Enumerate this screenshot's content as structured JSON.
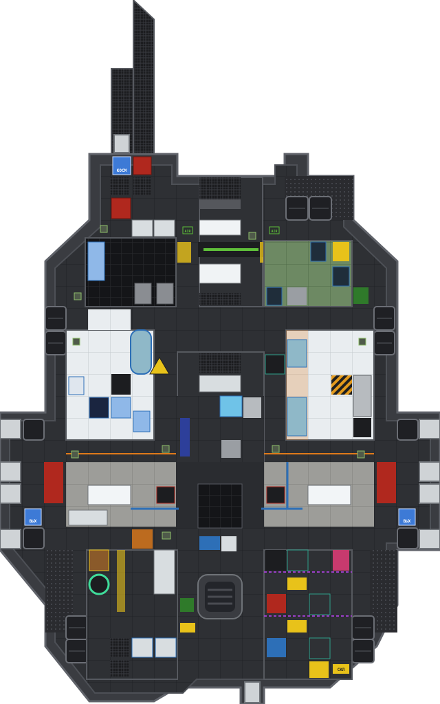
{
  "map": {
    "signs": {
      "cosmos": "КОСМ",
      "exit_left": "ВЫХ",
      "exit_right": "ВЫХ",
      "air_left": "AIR",
      "air_right": "AIR",
      "storage_label": "СКЛ"
    },
    "colors": {
      "hull": "#3b3d42",
      "hull_edge": "#5c5f66",
      "floor": "#2a2c30",
      "grating": "#1b1c1f",
      "medbay_floor": "#e8ecef",
      "hydro_floor": "#6e8a63",
      "corridor": "#9a9a96",
      "engine": "#23252a",
      "red_locker": "#b0281e",
      "orange_pipe": "#e07a1a",
      "blue_pipe": "#2d6fb7",
      "green_pipe": "#5fbf3a",
      "yellow_warn": "#e8c21a",
      "space": "#ffffff"
    }
  }
}
